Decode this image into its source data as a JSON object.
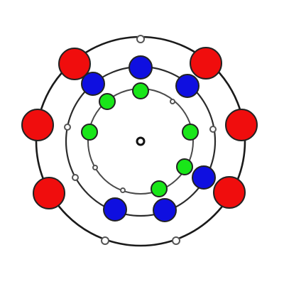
{
  "colors": {
    "background": "#ffffff",
    "ring_outer": "#1a1a1a",
    "ring_middle": "#2b2b2b",
    "ring_inner": "#4a4a4a",
    "red": "#f00d0d",
    "blue": "#0f0fe0",
    "green": "#19e619",
    "node_stroke": "#222222",
    "marker": "#555555"
  },
  "rings": [
    {
      "name": "outer-ring",
      "icon": "circle-outline-icon"
    },
    {
      "name": "middle-ring",
      "icon": "circle-outline-icon"
    },
    {
      "name": "inner-ring",
      "icon": "circle-outline-icon"
    }
  ],
  "center": {
    "icon": "nucleus-dot-icon"
  },
  "circle_groups": [
    {
      "color": "red",
      "count": 6,
      "ring": "outer-ring",
      "icon": "red-circle-icon"
    },
    {
      "color": "blue",
      "count": 6,
      "ring": "middle-ring",
      "icon": "blue-circle-icon"
    },
    {
      "color": "green",
      "count": 6,
      "ring": "inner-ring",
      "icon": "green-circle-icon"
    }
  ],
  "marker_groups": [
    {
      "ring": "outer-ring",
      "count": 3,
      "icon": "hollow-marker-icon"
    },
    {
      "ring": "middle-ring",
      "count": 3,
      "icon": "hollow-marker-icon"
    },
    {
      "ring": "inner-ring",
      "count": 3,
      "icon": "small-marker-icon"
    }
  ]
}
